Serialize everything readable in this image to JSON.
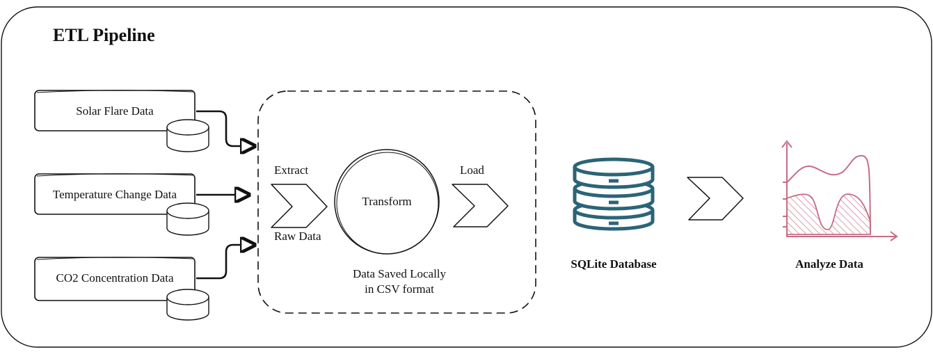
{
  "diagram": {
    "title": "ETL Pipeline",
    "sources": [
      {
        "label": "Solar Flare Data"
      },
      {
        "label": "Temperature Change Data"
      },
      {
        "label": "CO2 Concentration Data"
      }
    ],
    "steps": {
      "extract": "Extract",
      "raw_data": "Raw Data",
      "transform": "Transform",
      "load": "Load"
    },
    "storage_note": [
      "Data Saved Locally",
      "in CSV format"
    ],
    "database_label": "SQLite Database",
    "analyze_label": "Analyze Data",
    "colors": {
      "stroke": "#111111",
      "database": "#2b6477",
      "chart": "#c66b85"
    }
  }
}
